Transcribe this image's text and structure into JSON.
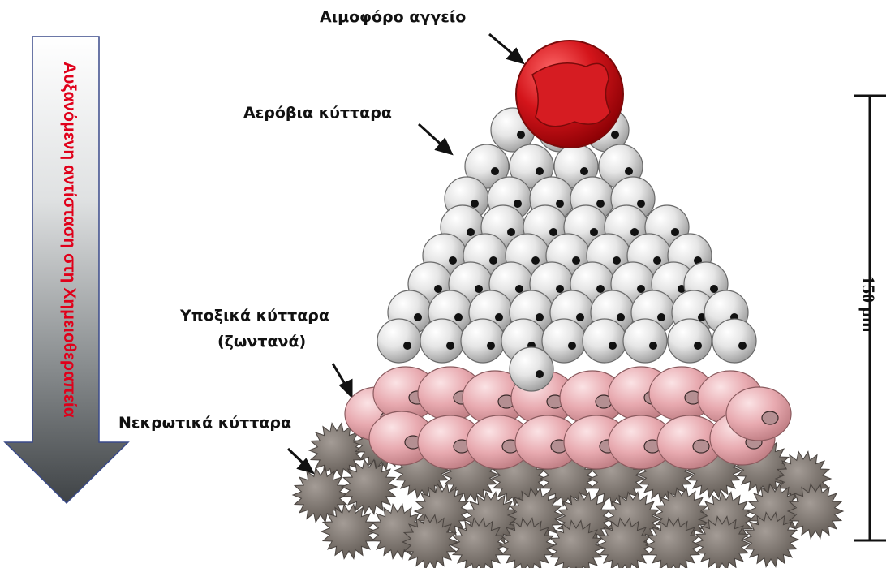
{
  "labels": {
    "blood_vessel": "Αιμοφόρο αγγείο",
    "aerobic_cells": "Αερόβια κύτταρα",
    "hypoxic_cells_line1": "Υποξικά κύτταρα",
    "hypoxic_cells_line2": "(ζωντανά)",
    "necrotic_cells": "Νεκρωτικά κύτταρα"
  },
  "side_arrow": {
    "text": "Αυξανόμενη αντίσταση στη Χημειοθεραπεία",
    "text_color": "#e0001a"
  },
  "scale_bar": {
    "label": "150 μm"
  },
  "colors": {
    "vessel": "#d4151b",
    "aerobic_cell": "#d9d9d9",
    "hypoxic_cell": "#e7a9ad",
    "necrotic_cell": "#7d7570"
  }
}
